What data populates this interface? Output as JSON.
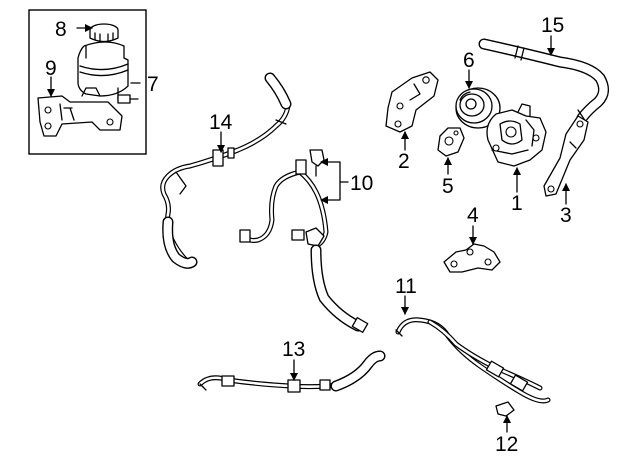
{
  "callouts": [
    {
      "id": "callout-1",
      "label": "1"
    },
    {
      "id": "callout-2",
      "label": "2"
    },
    {
      "id": "callout-3",
      "label": "3"
    },
    {
      "id": "callout-4",
      "label": "4"
    },
    {
      "id": "callout-5",
      "label": "5"
    },
    {
      "id": "callout-6",
      "label": "6"
    },
    {
      "id": "callout-7",
      "label": "7"
    },
    {
      "id": "callout-8",
      "label": "8"
    },
    {
      "id": "callout-9",
      "label": "9"
    },
    {
      "id": "callout-10",
      "label": "10"
    },
    {
      "id": "callout-11",
      "label": "11"
    },
    {
      "id": "callout-12",
      "label": "12"
    },
    {
      "id": "callout-13",
      "label": "13"
    },
    {
      "id": "callout-14",
      "label": "14"
    },
    {
      "id": "callout-15",
      "label": "15"
    }
  ],
  "colors": {
    "line": "#000000",
    "background": "#ffffff"
  }
}
